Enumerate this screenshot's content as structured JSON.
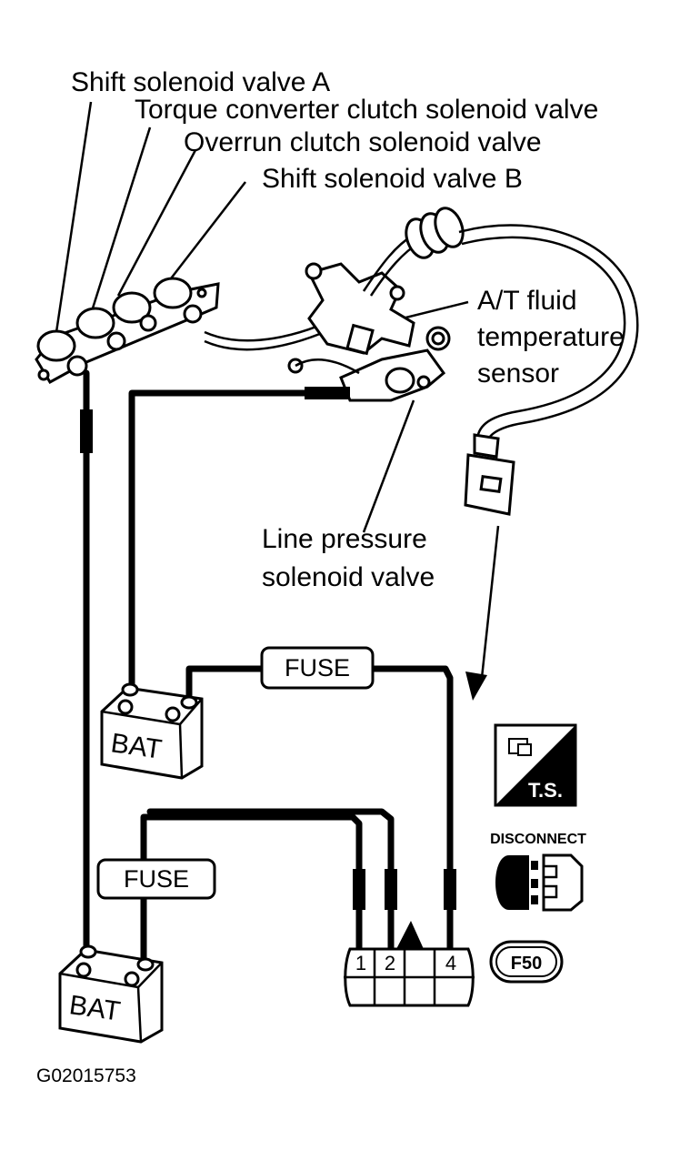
{
  "labels": {
    "shift_a": "Shift solenoid valve A",
    "torque_converter": "Torque converter clutch solenoid valve",
    "overrun": "Overrun clutch solenoid valve",
    "shift_b": "Shift solenoid valve B",
    "fluid_temp_1": "A/T fluid",
    "fluid_temp_2": "temperature",
    "fluid_temp_3": "sensor",
    "line_pressure_1": "Line pressure",
    "line_pressure_2": "solenoid valve"
  },
  "fuse_top": "FUSE",
  "fuse_bottom": "FUSE",
  "battery_top": "BAT",
  "battery_bottom": "BAT",
  "connector_pins": [
    "1",
    "2",
    "4"
  ],
  "ts_badge": "T.S.",
  "disconnect_label": "DISCONNECT",
  "connector_code": "F50",
  "figure_id": "G02015753"
}
